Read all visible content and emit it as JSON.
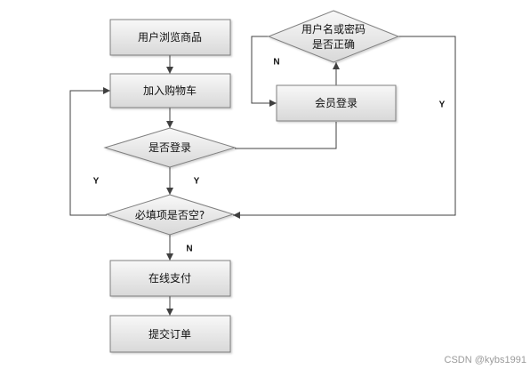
{
  "nodes": {
    "browse_products": "用户浏览商品",
    "add_to_cart": "加入购物车",
    "is_logged_in": "是否登录",
    "check_credentials": [
      "用户名或密码",
      "是否正确"
    ],
    "member_login": "会员登录",
    "required_fields_empty": "必填项是否空?",
    "pay_online": "在线支付",
    "submit_order": "提交订单"
  },
  "edge_labels": {
    "logged_in_yes": "Y",
    "credentials_no": "N",
    "credentials_yes": "Y",
    "required_empty_yes": "Y",
    "required_empty_no": "N"
  },
  "watermark": "CSDN @kybs1991",
  "colors": {
    "node_fill_top": "#f8f8f8",
    "node_fill_bottom": "#d8d8d8",
    "node_stroke": "#7f7f7f",
    "connector": "#404040"
  }
}
